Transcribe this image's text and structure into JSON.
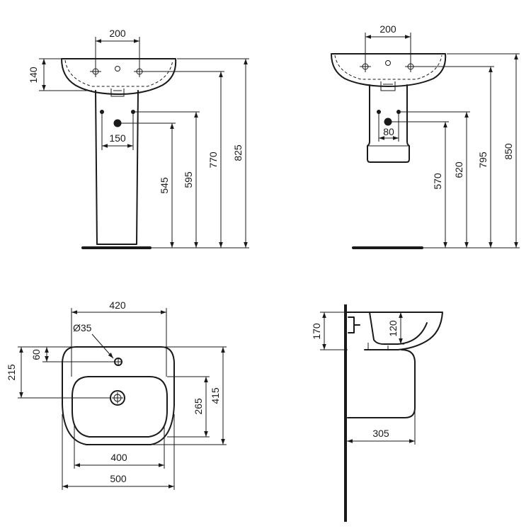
{
  "views": {
    "pedestal_front": {
      "tap_spacing": "200",
      "basin_height": "140",
      "waste_width": "150",
      "waste_height": "545",
      "supply_height": "595",
      "top_height": "770",
      "overall_height": "825"
    },
    "semi_pedestal_front": {
      "tap_spacing": "200",
      "waste_width": "80",
      "waste_height": "570",
      "supply_height": "620",
      "top_height": "795",
      "overall_height": "850"
    },
    "plan": {
      "bowl_width": "420",
      "tap_hole": "Ø35",
      "tap_offset": "60",
      "waste_offset": "215",
      "inner_width": "400",
      "inner_depth": "265",
      "overall_depth": "415",
      "overall_width": "500"
    },
    "side": {
      "rim_height": "170",
      "overflow_height": "120",
      "projection": "305"
    }
  }
}
